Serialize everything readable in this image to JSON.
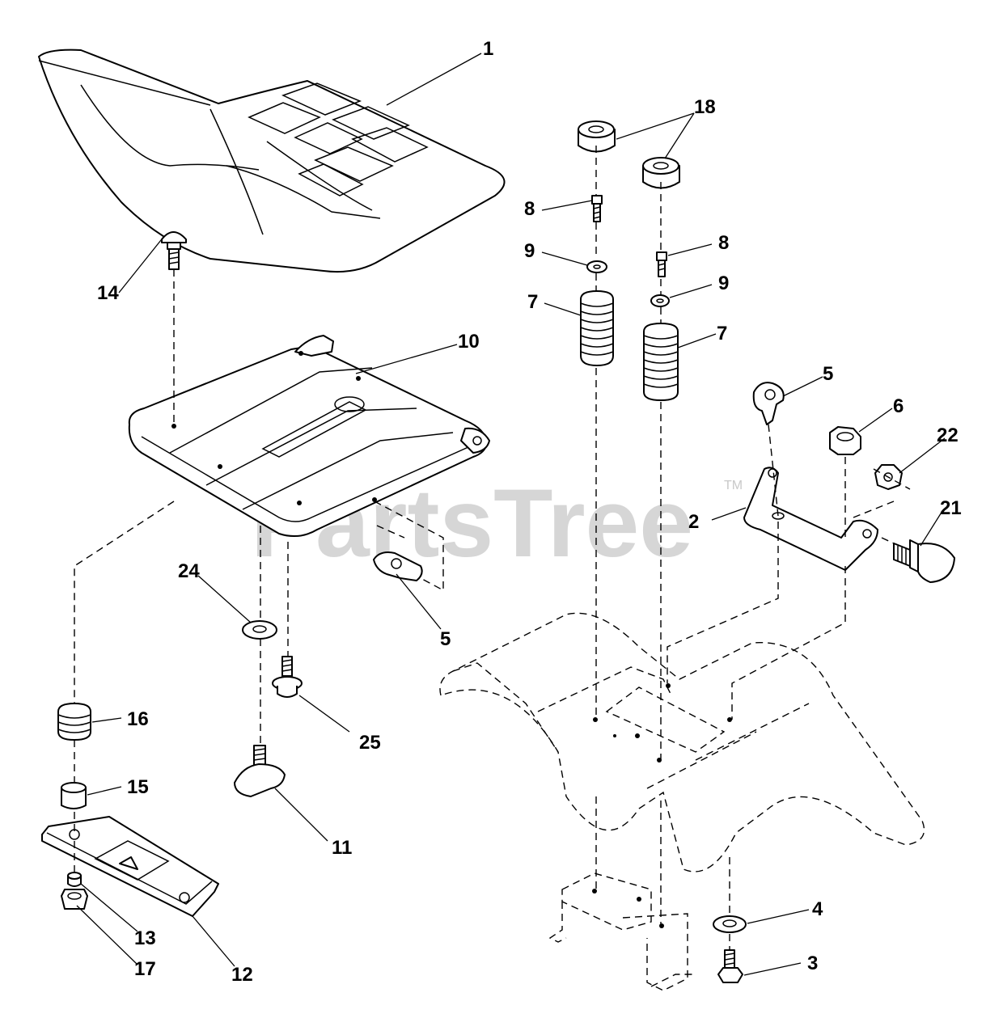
{
  "watermark": {
    "text": "PartsTree",
    "trademark": "TM"
  },
  "callouts": {
    "c1": "1",
    "c18": "18",
    "c8a": "8",
    "c8b": "8",
    "c9a": "9",
    "c9b": "9",
    "c7a": "7",
    "c7b": "7",
    "c14": "14",
    "c10": "10",
    "c5a": "5",
    "c5b": "5",
    "c6": "6",
    "c22": "22",
    "c2": "2",
    "c21": "21",
    "c24": "24",
    "c25": "25",
    "c16": "16",
    "c15": "15",
    "c11": "11",
    "c13": "13",
    "c17": "17",
    "c12": "12",
    "c4": "4",
    "c3": "3"
  }
}
